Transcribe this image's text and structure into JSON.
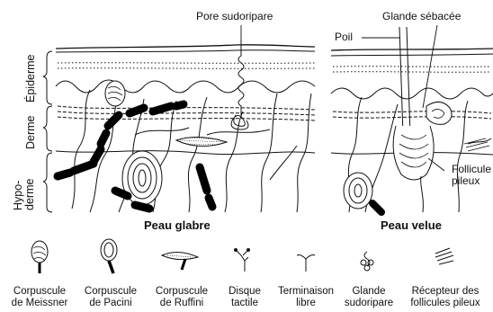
{
  "labels": {
    "pore_sudoripare": "Pore sudoripare",
    "glande_sebacee": "Glande sébacée",
    "poil": "Poil",
    "follicule_pileux": "Follicule\npileux",
    "peau_glabre": "Peau glabre",
    "peau_velue": "Peau velue"
  },
  "layers": {
    "epiderme": "Épiderme",
    "derme": "Derme",
    "hypoderme": "Hypo-\nderme"
  },
  "legend": [
    {
      "icon": "meissner-corpuscle-icon",
      "label": "Corpuscule\nde Meissner"
    },
    {
      "icon": "pacini-corpuscle-icon",
      "label": "Corpuscule\nde Pacini"
    },
    {
      "icon": "ruffini-corpuscle-icon",
      "label": "Corpuscule\nde Ruffini"
    },
    {
      "icon": "tactile-disc-icon",
      "label": "Disque\ntactile"
    },
    {
      "icon": "free-nerve-ending-icon",
      "label": "Terminaison\nlibre"
    },
    {
      "icon": "sweat-gland-icon",
      "label": "Glande\nsudoripare"
    },
    {
      "icon": "hair-follicle-receptor-icon",
      "label": "Récepteur des\nfollicules pileux"
    }
  ]
}
